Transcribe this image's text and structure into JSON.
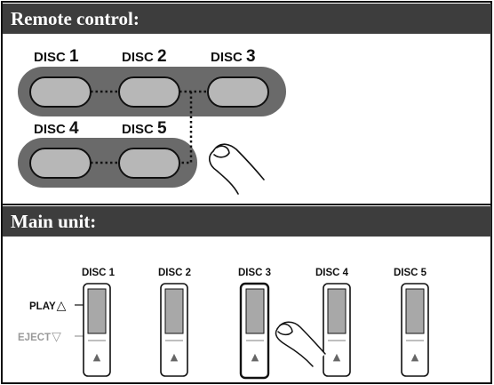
{
  "sections": {
    "remote": {
      "title": "Remote control:",
      "buttons": [
        {
          "prefix": "DISC ",
          "number": "1"
        },
        {
          "prefix": "DISC ",
          "number": "2"
        },
        {
          "prefix": "DISC ",
          "number": "3"
        },
        {
          "prefix": "DISC ",
          "number": "4"
        },
        {
          "prefix": "DISC ",
          "number": "5"
        }
      ]
    },
    "main_unit": {
      "title": "Main unit:",
      "slots": [
        "DISC 1",
        "DISC 2",
        "DISC 3",
        "DISC 4",
        "DISC 5"
      ],
      "play_label": "PLAY",
      "eject_label": "EJECT",
      "play_symbol": "△",
      "eject_symbol": "▽",
      "eject_button_symbol": "▲"
    }
  },
  "colors": {
    "header_bg": "#3d3d3d",
    "button_fill": "#b7b7b7",
    "panel_fill": "#6a6a6a",
    "slot_window": "#a8a8a8",
    "eject_gray": "#9a9a9a"
  },
  "icons": [
    "hand-pointer-icon"
  ]
}
